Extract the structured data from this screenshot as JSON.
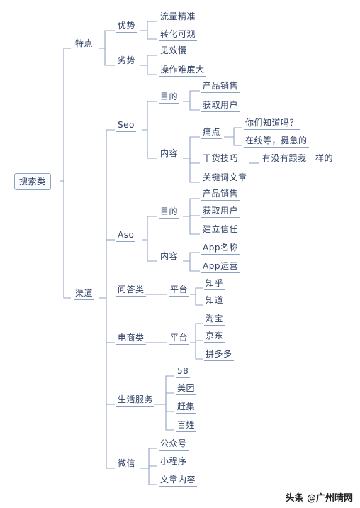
{
  "mindmap": {
    "root": "搜索类",
    "tedian": {
      "label": "特点",
      "youshi": {
        "label": "优势",
        "items": [
          "流量精准",
          "转化可观"
        ]
      },
      "lieshi": {
        "label": "劣势",
        "items": [
          "见效慢",
          "操作难度大"
        ]
      }
    },
    "qudao": {
      "label": "渠道",
      "seo": {
        "label": "Seo",
        "mudi": {
          "label": "目的",
          "items": [
            "产品销售",
            "获取用户"
          ]
        },
        "neirong": {
          "label": "内容",
          "tedian": {
            "label": "痛点",
            "items": [
              "你们知道吗？",
              "在线等，挺急的"
            ]
          },
          "ganhuo": "干货技巧",
          "ganhuo_note": "有没有跟我一样的",
          "guanjianci": "关键词文章"
        }
      },
      "aso": {
        "label": "Aso",
        "mudi": {
          "label": "目的",
          "items": [
            "产品销售",
            "获取用户",
            "建立信任"
          ]
        },
        "neirong": {
          "label": "内容",
          "items": [
            "App名称",
            "App运营"
          ]
        }
      },
      "wenda": {
        "label": "问答类",
        "pingtai": "平台",
        "items": [
          "知乎",
          "知道"
        ]
      },
      "dianshang": {
        "label": "电商类",
        "pingtai": "平台",
        "items": [
          "淘宝",
          "京东",
          "拼多多"
        ]
      },
      "shenghuo": {
        "label": "生活服务",
        "items": [
          "58",
          "美团",
          "赶集",
          "百姓"
        ]
      },
      "weixin": {
        "label": "微信",
        "items": [
          "公众号",
          "小程序",
          "文章内容"
        ]
      }
    }
  },
  "watermark": {
    "text": "头条 @广州晴网"
  }
}
